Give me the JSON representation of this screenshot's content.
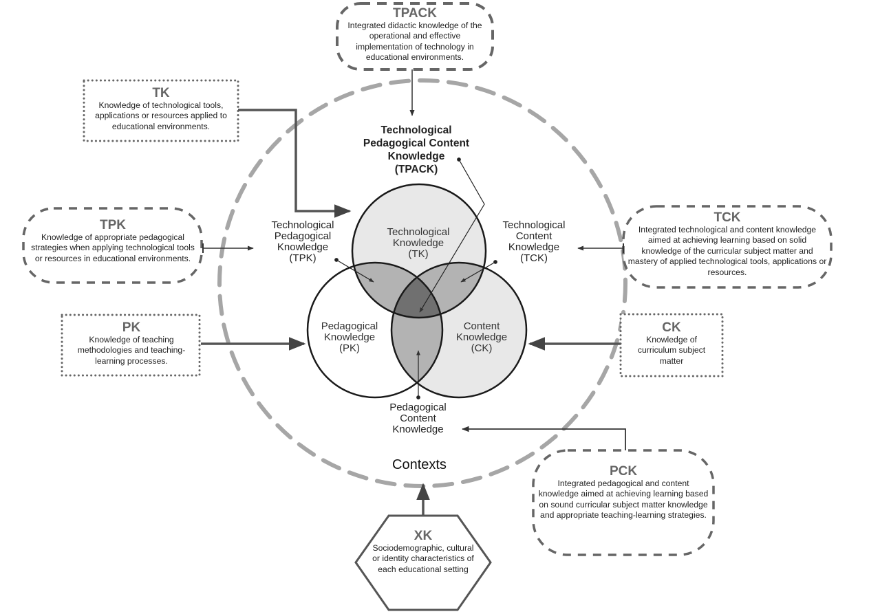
{
  "diagram": {
    "type": "TPACK-XK framework",
    "center_labels": {
      "tpack": "Technological\nPedagogical Content\nKnowledge\n(TPACK)",
      "tpk": "Technological\nPedagogical\nKnowledge\n(TPK)",
      "tck": "Technological\nContent\nKnowledge\n(TCK)",
      "pck": "Pedagogical\nContent\nKnowledge",
      "contexts": "Contexts"
    },
    "circles": {
      "tk": "Technological\nKnowledge\n(TK)",
      "pk": "Pedagogical\nKnowledge\n(PK)",
      "ck": "Content\nKnowledge\n(CK)"
    },
    "boxes": {
      "tpack": {
        "title": "TPACK",
        "desc": "Integrated didactic knowledge of the operational and effective implementation of technology in educational environments."
      },
      "tk": {
        "title": "TK",
        "desc": "Knowledge of technological tools, applications or resources applied to educational environments."
      },
      "tpk": {
        "title": "TPK",
        "desc": "Knowledge of appropriate pedagogical strategies when applying technological tools or resources in educational environments."
      },
      "tck": {
        "title": "TCK",
        "desc": "Integrated technological and content knowledge aimed at achieving learning based on solid knowledge of the curricular subject matter and mastery of applied technological tools, applications or resources."
      },
      "pk": {
        "title": "PK",
        "desc": "Knowledge of teaching methodologies and teaching-learning processes."
      },
      "ck": {
        "title": "CK",
        "desc": "Knowledge of curriculum subject matter"
      },
      "pck": {
        "title": "PCK",
        "desc": "Integrated pedagogical and content knowledge aimed at achieving learning based on sound curricular subject matter knowledge and appropriate teaching-learning strategies."
      },
      "xk": {
        "title": "XK",
        "desc": "Sociodemographic, cultural or identity characteristics of each educational setting"
      }
    },
    "colors": {
      "circle_light": "#e8e8e8",
      "pair_overlap": "#b3b3b3",
      "triple_overlap": "#707070",
      "outer_dash": "#a6a6a6",
      "box_border": "#666666",
      "arrow": "#555555"
    }
  }
}
